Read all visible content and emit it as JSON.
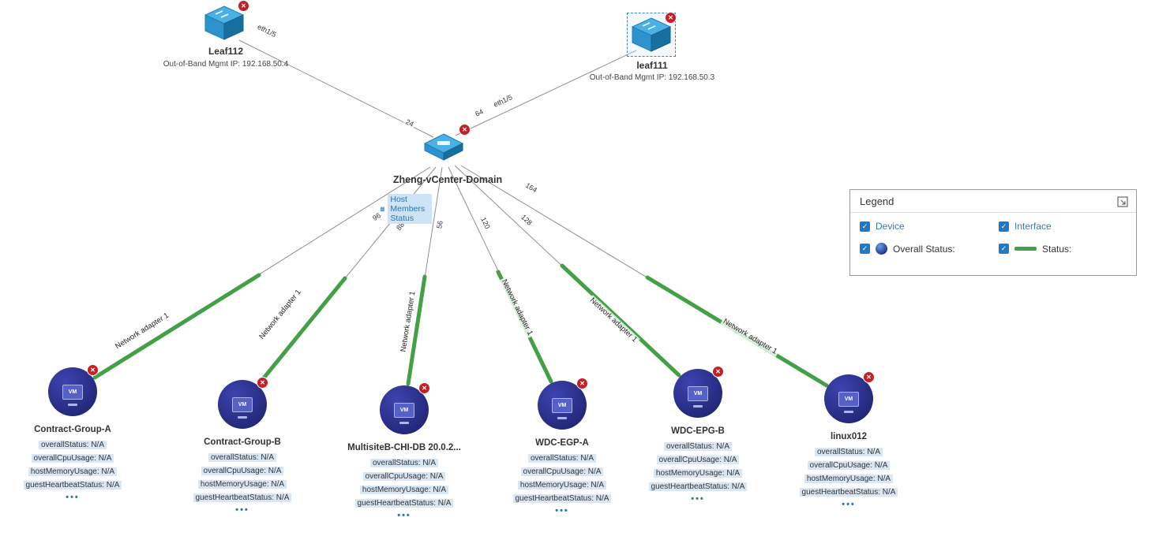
{
  "nodes": {
    "leaf112": {
      "label": "Leaf112",
      "mgmt": "Out-of-Band Mgmt IP: 192.168.50.4"
    },
    "leaf111": {
      "label": "leaf111",
      "mgmt": "Out-of-Band Mgmt IP: 192.168.50.3"
    },
    "vcenter": {
      "label": "Zheng-vCenter-Domain",
      "action": "Host Members Status"
    }
  },
  "vms": [
    {
      "name": "Contract-Group-A",
      "attrs": [
        "overallStatus: N/A",
        "overallCpuUsage: N/A",
        "hostMemoryUsage: N/A",
        "guestHeartbeatStatus: N/A"
      ]
    },
    {
      "name": "Contract-Group-B",
      "attrs": [
        "overallStatus: N/A",
        "overallCpuUsage: N/A",
        "hostMemoryUsage: N/A",
        "guestHeartbeatStatus: N/A"
      ]
    },
    {
      "name": "MultisiteB-CHI-DB  20.0.2...",
      "attrs": [
        "overallStatus: N/A",
        "overallCpuUsage: N/A",
        "hostMemoryUsage: N/A",
        "guestHeartbeatStatus: N/A"
      ]
    },
    {
      "name": "WDC-EGP-A",
      "attrs": [
        "overallStatus: N/A",
        "overallCpuUsage: N/A",
        "hostMemoryUsage: N/A",
        "guestHeartbeatStatus: N/A"
      ]
    },
    {
      "name": "WDC-EPG-B",
      "attrs": [
        "overallStatus: N/A",
        "overallCpuUsage: N/A",
        "hostMemoryUsage: N/A",
        "guestHeartbeatStatus: N/A"
      ]
    },
    {
      "name": "linux012",
      "attrs": [
        "overallStatus: N/A",
        "overallCpuUsage: N/A",
        "hostMemoryUsage: N/A",
        "guestHeartbeatStatus: N/A"
      ]
    }
  ],
  "edges": {
    "leaf112": {
      "port": "eth1/5",
      "link_id": "24"
    },
    "leaf111": {
      "port": "eth1/5",
      "link_id": "64"
    },
    "vm_links": [
      {
        "id": "96",
        "adapter": "Network adapter 1"
      },
      {
        "id": "88",
        "adapter": "Network adapter 1"
      },
      {
        "id": "56",
        "adapter": "Network adapter 1"
      },
      {
        "id": "120",
        "adapter": "Network adapter 1"
      },
      {
        "id": "128",
        "adapter": "Network adapter 1"
      },
      {
        "id": "164",
        "adapter": "Network adapter 1"
      }
    ]
  },
  "legend": {
    "title": "Legend",
    "items": [
      {
        "label": "Device"
      },
      {
        "label": "Interface"
      },
      {
        "label": "Overall Status:"
      },
      {
        "label": "Status:"
      }
    ]
  },
  "icons": {
    "alert": "✕",
    "check": "✓",
    "more": "•••",
    "vm": "VM"
  },
  "colors": {
    "status_green": "#43a047",
    "vm_node_blue": "#2d3192",
    "alert_red": "#c42127",
    "accent_blue": "#2577b8",
    "highlight_blue": "#d9e6f4",
    "link_gray": "#8f8f8f"
  }
}
